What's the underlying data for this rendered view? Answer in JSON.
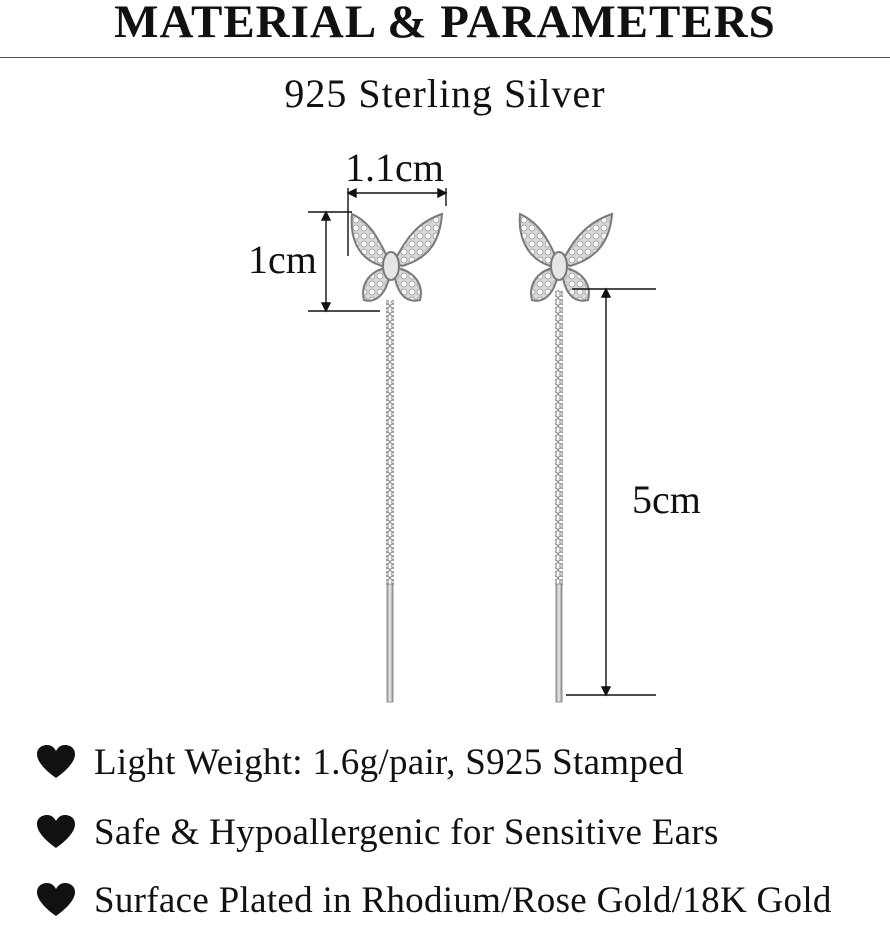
{
  "heading": "MATERIAL & PARAMETERS",
  "material": "925 Sterling Silver",
  "dimensions": {
    "width": "1.1cm",
    "height": "1cm",
    "chain_length": "5cm"
  },
  "product": {
    "description_icon": "butterfly-threader-earrings",
    "metal_color": "#c9c9c9",
    "stone_color": "#f4f4f4"
  },
  "features": [
    {
      "icon": "heart-icon",
      "text": "Light Weight: 1.6g/pair, S925 Stamped"
    },
    {
      "icon": "heart-icon",
      "text": "Safe & Hypoallergenic for Sensitive Ears"
    },
    {
      "icon": "heart-icon",
      "text": "Surface Plated in Rhodium/Rose Gold/18K Gold"
    }
  ]
}
